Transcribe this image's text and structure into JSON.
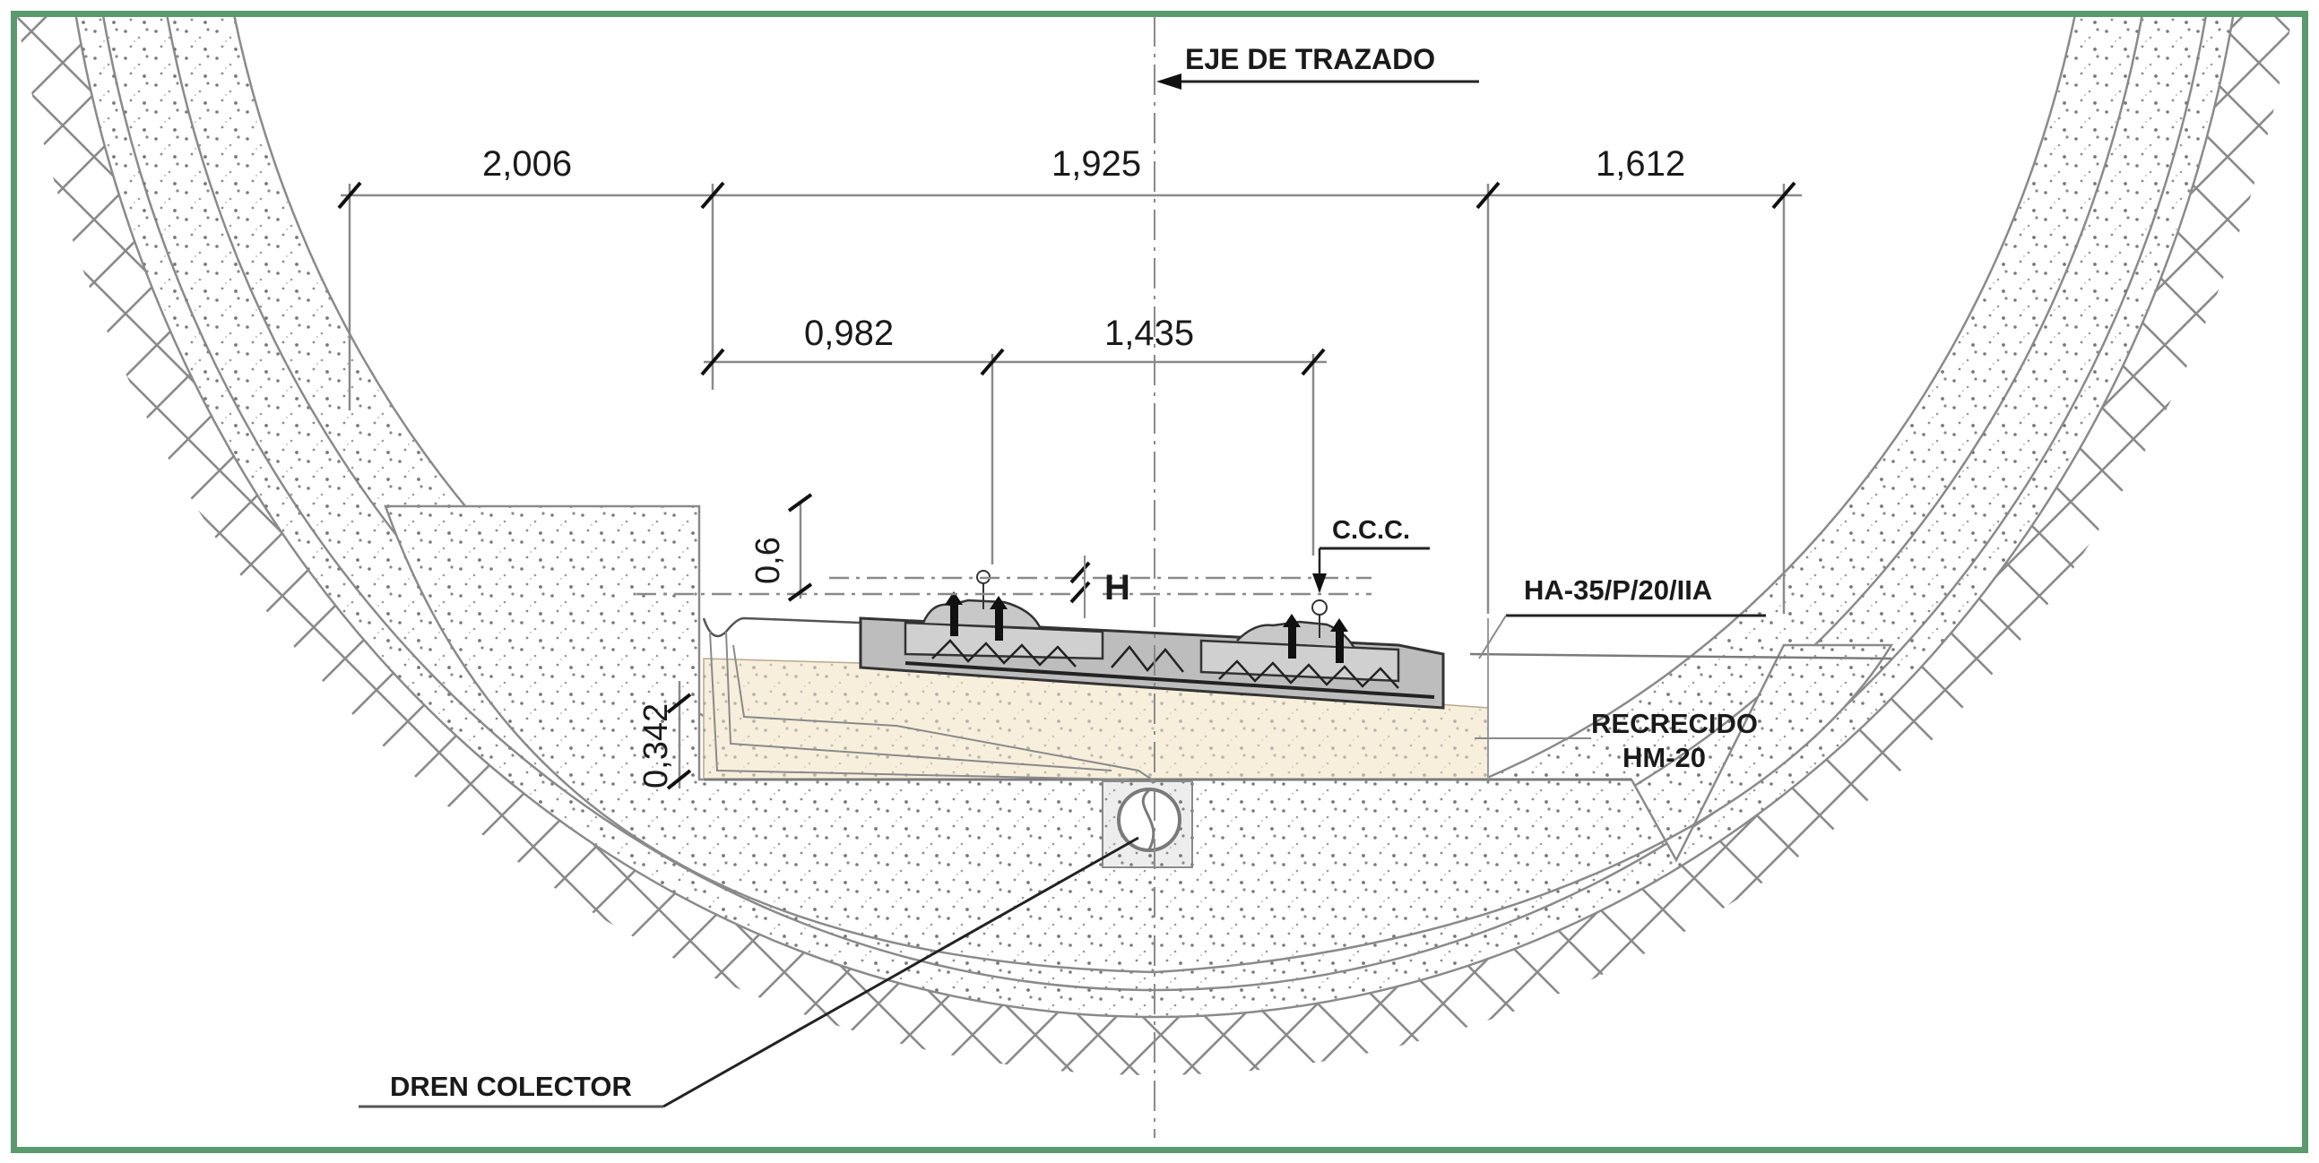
{
  "diagram": {
    "type": "tunnel-track-cross-section",
    "border_color": "#5a9a6e",
    "centerline": {
      "label": "EJE  DE TRAZADO",
      "arrow": "left-arrow"
    },
    "top_dimensions": [
      {
        "label": "2,006"
      },
      {
        "label": "1,925"
      },
      {
        "label": "1,612"
      }
    ],
    "rail_dimensions": [
      {
        "label": "0,982"
      },
      {
        "label": "1,435"
      }
    ],
    "vertical_dimensions": [
      {
        "label": "0,6"
      },
      {
        "label": "0,342"
      }
    ],
    "markers": {
      "H": "H",
      "ccc": "C.C.C."
    },
    "materials": [
      {
        "label": "HA-35/P/20/IIA"
      },
      {
        "label": "RECRECIDO"
      },
      {
        "label": "HM-20"
      }
    ],
    "drain": {
      "label": "DREN COLECTOR"
    },
    "colors": {
      "line": "#8a8a8a",
      "dark_line": "#2a2a2a",
      "slab_fill": "#bdbdbd",
      "fill_tan": "#f5ecd6"
    }
  }
}
